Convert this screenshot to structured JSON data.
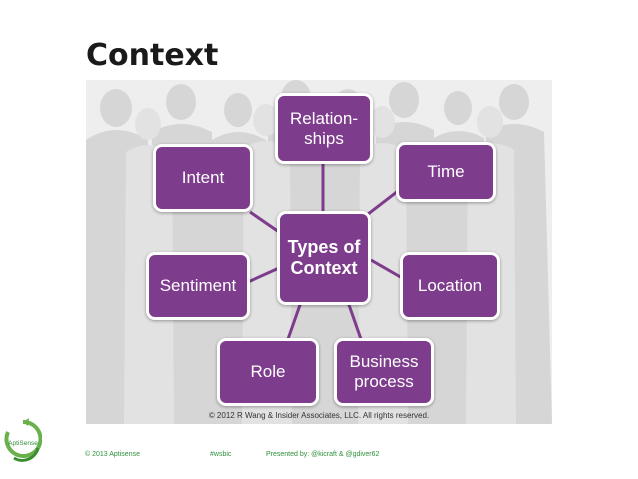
{
  "slide": {
    "title": "Context"
  },
  "diagram": {
    "center": {
      "line1": "Types of",
      "line2": "Context"
    },
    "nodes": [
      {
        "id": "relationships",
        "line1": "Relation-",
        "line2": "ships"
      },
      {
        "id": "time",
        "line1": "Time",
        "line2": ""
      },
      {
        "id": "location",
        "line1": "Location",
        "line2": ""
      },
      {
        "id": "business-process",
        "line1": "Business",
        "line2": "process"
      },
      {
        "id": "role",
        "line1": "Role",
        "line2": ""
      },
      {
        "id": "sentiment",
        "line1": "Sentiment",
        "line2": ""
      },
      {
        "id": "intent",
        "line1": "Intent",
        "line2": ""
      }
    ],
    "copyright": "© 2012 R Wang & Insider Associates, LLC.  All rights reserved."
  },
  "footer": {
    "copyright": "© 2013 Aptisense",
    "hashtag": "#wsbic",
    "presenters": "Presented by: @kicraft & @gdiver62"
  },
  "logo": {
    "text": "AptiSense"
  },
  "colors": {
    "node_fill": "#7d3c8c",
    "node_border": "#ffffff",
    "footer_text": "#2f8f3a",
    "panel_bg": "#eeeeee"
  }
}
